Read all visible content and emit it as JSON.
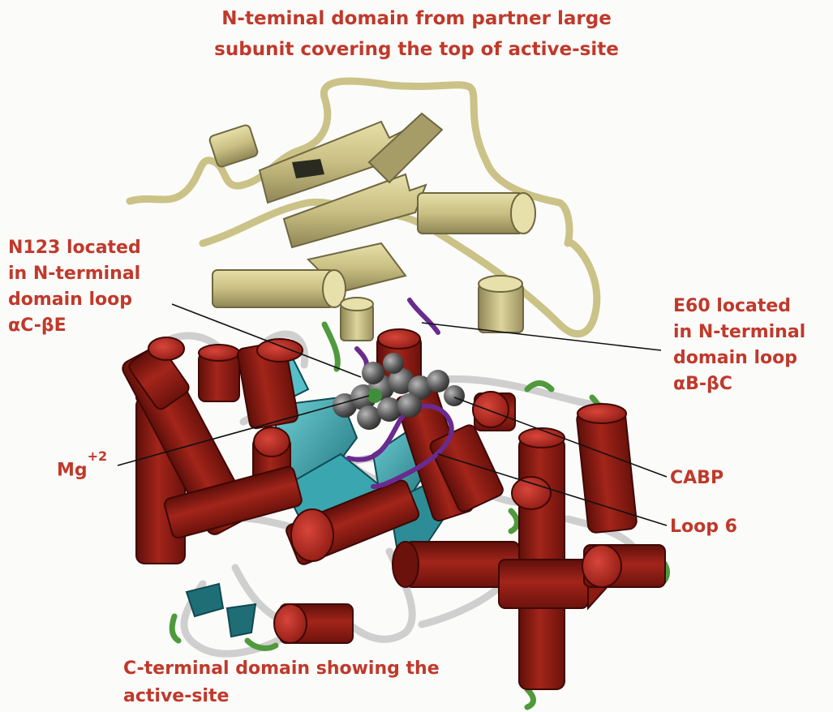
{
  "labels": {
    "top": {
      "line1": "N-teminal domain from partner large",
      "line2": "subunit covering the top of active-site"
    },
    "n123": {
      "line1": "N123 located",
      "line2": "in N-terminal",
      "line3": "domain loop",
      "line4": "αC-βE"
    },
    "e60": {
      "line1": "E60 located",
      "line2": "in N-terminal",
      "line3": "domain loop",
      "line4": "αB-βC"
    },
    "mg": {
      "base": "Mg",
      "sup": "+2"
    },
    "cabp": "CABP",
    "loop6": "Loop 6",
    "cterm": {
      "line1": "C-terminal domain showing the",
      "line2": "active-site"
    }
  },
  "colors": {
    "label": "#c0392b",
    "helix_red": "#8e1a12",
    "helix_highlight": "#c7382b",
    "partner_domain": "#cfc58a",
    "beta_sheet": "#3aa6b0",
    "loop_grey": "#c8c8c8",
    "loop6_purple": "#6a2a8e",
    "cabp_grey": "#5a5a5a",
    "turn_green": "#4f9a3c"
  }
}
